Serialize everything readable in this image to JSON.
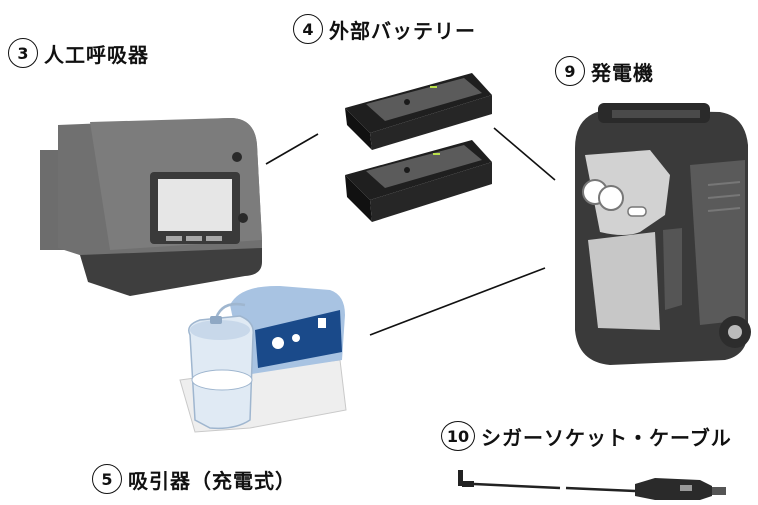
{
  "items": [
    {
      "number": "3",
      "label": "人工呼吸器"
    },
    {
      "number": "4",
      "label": "外部バッテリー"
    },
    {
      "number": "9",
      "label": "発電機"
    },
    {
      "number": "5",
      "label": "吸引器（充電式）"
    },
    {
      "number": "10",
      "label": "シガーソケット・ケーブル"
    }
  ]
}
